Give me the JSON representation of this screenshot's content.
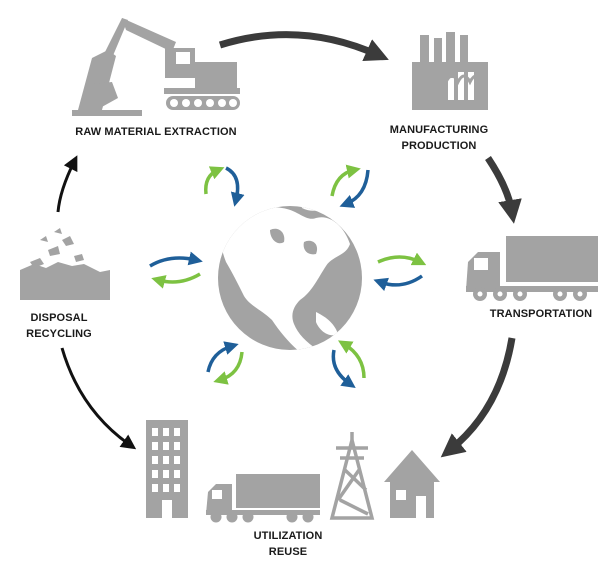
{
  "stages": {
    "raw_material": {
      "label": "RAW MATERIAL EXTRACTION",
      "icon": "excavator-icon"
    },
    "manufacturing": {
      "line1": "MANUFACTURING",
      "line2": "PRODUCTION",
      "icon": "factory-icon"
    },
    "transportation": {
      "label": "TRANSPORTATION",
      "icon": "truck-icon"
    },
    "utilization": {
      "line1": "UTILIZATION",
      "line2": "REUSE",
      "icons": [
        "building-icon",
        "truck-icon",
        "power-tower-icon",
        "house-icon"
      ]
    },
    "disposal": {
      "line1": "DISPOSAL",
      "line2": "RECYCLING",
      "icon": "waste-pile-icon"
    }
  },
  "center": {
    "icon": "globe-icon"
  },
  "colors": {
    "icon_gray": "#a3a3a3",
    "arrow_dark": "#3b3b3b",
    "arrow_black": "#111111",
    "exchange_green": "#7dc242",
    "exchange_blue": "#1f5f99"
  }
}
